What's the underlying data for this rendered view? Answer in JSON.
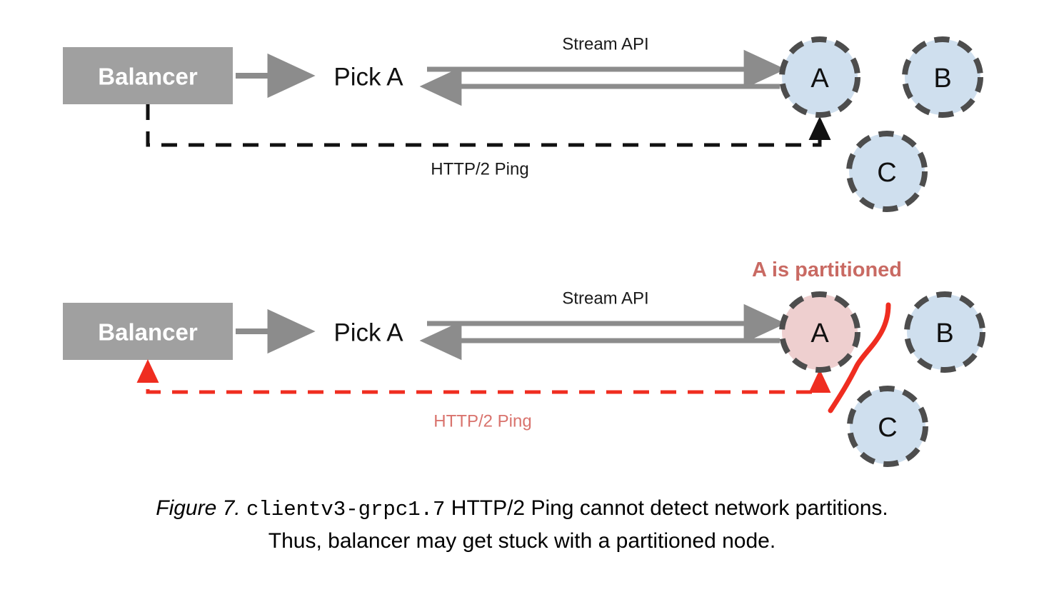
{
  "figure": {
    "caption_prefix": "Figure 7.",
    "caption_code": "clientv3-grpc1.7",
    "caption_line1_rest": " HTTP/2 Ping cannot detect network partitions.",
    "caption_line2": "Thus, balancer may get stuck with a partitioned node."
  },
  "colors": {
    "node_fill_normal": "#cfdfee",
    "node_fill_partitioned": "#eecfcf",
    "node_stroke": "#4d4d4d",
    "box_fill": "#a0a0a0",
    "arrow_gray": "#8c8c8c",
    "ping_black": "#111111",
    "ping_red": "#ef2d20",
    "partition_red": "#ef2d20",
    "label_red": "#c96a63",
    "partition_title_red": "#c96a63"
  },
  "panels": [
    {
      "id": "healthy",
      "balancer_label": "Balancer",
      "pick_label": "Pick A",
      "stream_label": "Stream API",
      "ping_label": "HTTP/2 Ping",
      "nodes": [
        {
          "id": "A",
          "label": "A",
          "state": "normal"
        },
        {
          "id": "B",
          "label": "B",
          "state": "normal"
        },
        {
          "id": "C",
          "label": "C",
          "state": "normal"
        }
      ]
    },
    {
      "id": "partitioned",
      "balancer_label": "Balancer",
      "pick_label": "Pick A",
      "stream_label": "Stream API",
      "ping_label": "HTTP/2 Ping",
      "partition_title": "A is partitioned",
      "nodes": [
        {
          "id": "A",
          "label": "A",
          "state": "partitioned"
        },
        {
          "id": "B",
          "label": "B",
          "state": "normal"
        },
        {
          "id": "C",
          "label": "C",
          "state": "normal"
        }
      ]
    }
  ]
}
